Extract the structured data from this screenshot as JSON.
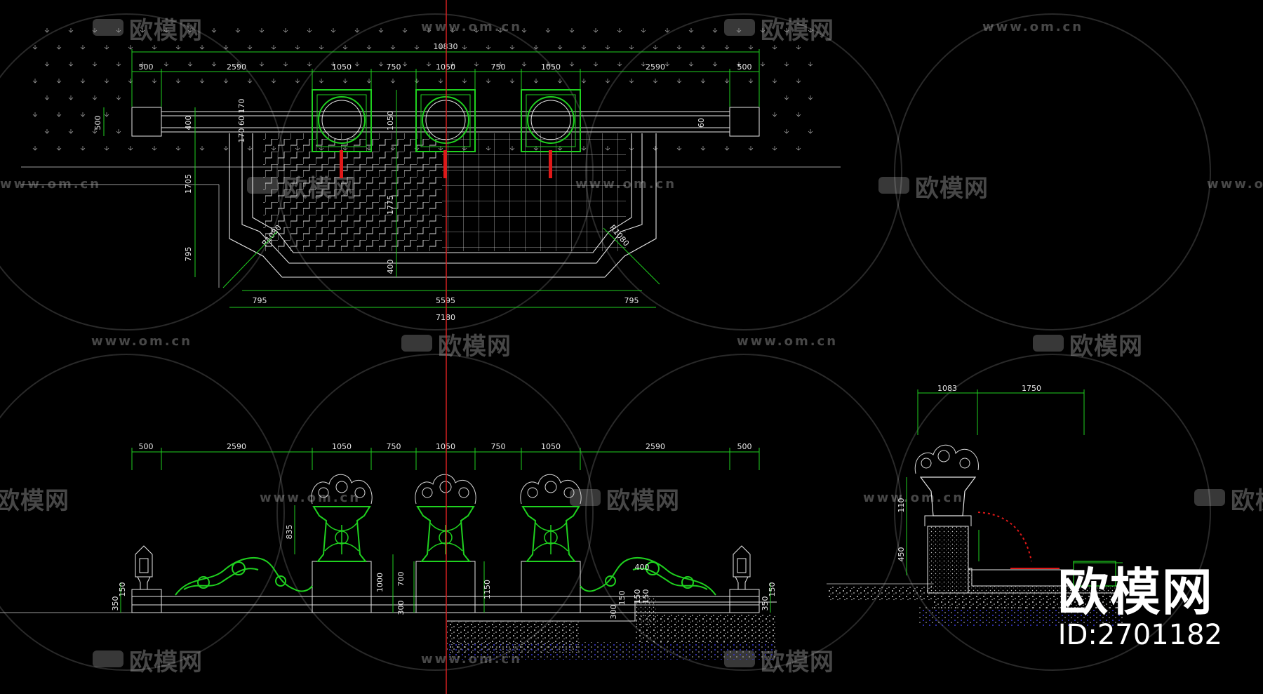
{
  "colors": {
    "background": "#000000",
    "line_white": "#e6e6e6",
    "line_green": "#1fd11f",
    "accent_red": "#e01818",
    "line_gray": "#9a9a9a"
  },
  "plan": {
    "overall_width": "10830",
    "top_dims": [
      "500",
      "2590",
      "1050",
      "750",
      "1050",
      "750",
      "1050",
      "2590",
      "500"
    ],
    "bottom_dims": [
      "795",
      "5595",
      "795"
    ],
    "bottom_total": "7180",
    "left_dims": [
      "500",
      "400",
      "170 60 170",
      "1705",
      "795"
    ],
    "inner_dims": [
      "1050",
      "1775",
      "400"
    ],
    "right_small": "60",
    "radius_left": "R1080",
    "radius_right": "R1080"
  },
  "elevation": {
    "top_dims": [
      "500",
      "2590",
      "1050",
      "750",
      "1050",
      "750",
      "1050",
      "2590",
      "500"
    ],
    "left_dims": [
      "835",
      "350",
      "150"
    ],
    "inner_dims": [
      "1000",
      "700",
      "300",
      "1150"
    ],
    "right_dims": [
      "350",
      "150",
      "400",
      "150",
      "300",
      "150",
      "150"
    ]
  },
  "section": {
    "top_dims": [
      "1083",
      "1750"
    ],
    "small_dims": [
      "110",
      "450"
    ]
  },
  "watermark": {
    "logo_text": "欧模网",
    "url": "www.om.cn"
  },
  "brand": {
    "title": "欧模网",
    "id": "ID:2701182"
  }
}
